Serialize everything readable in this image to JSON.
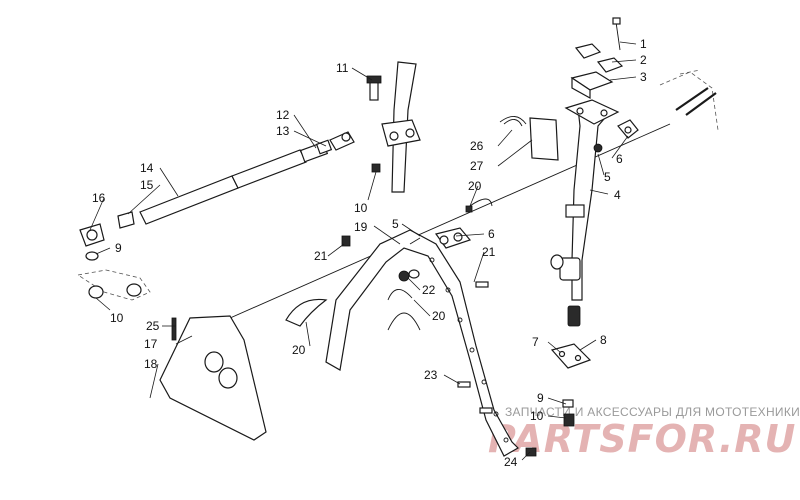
{
  "callouts": {
    "n1": "1",
    "n2": "2",
    "n3": "3",
    "n4": "4",
    "n5a": "5",
    "n5b": "5",
    "n6a": "6",
    "n6b": "6",
    "n7": "7",
    "n8": "8",
    "n9a": "9",
    "n9b": "9",
    "n10a": "10",
    "n10b": "10",
    "n10c": "10",
    "n11": "11",
    "n12": "12",
    "n13": "13",
    "n14": "14",
    "n15": "15",
    "n16": "16",
    "n17": "17",
    "n18": "18",
    "n19": "19",
    "n20a": "20",
    "n20b": "20",
    "n20c": "20",
    "n21a": "21",
    "n21b": "21",
    "n22": "22",
    "n23": "23",
    "n24": "24",
    "n25": "25",
    "n26": "26",
    "n27": "27"
  },
  "watermark": {
    "caption": "ЗАПЧАСТИ И АКСЕССУАРЫ ДЛЯ МОТОТЕХНИКИ",
    "logo": "PARTSFOR.RU",
    "color": "#e0a6a6"
  },
  "colors": {
    "line": "#1a1a1a",
    "background": "#ffffff"
  }
}
